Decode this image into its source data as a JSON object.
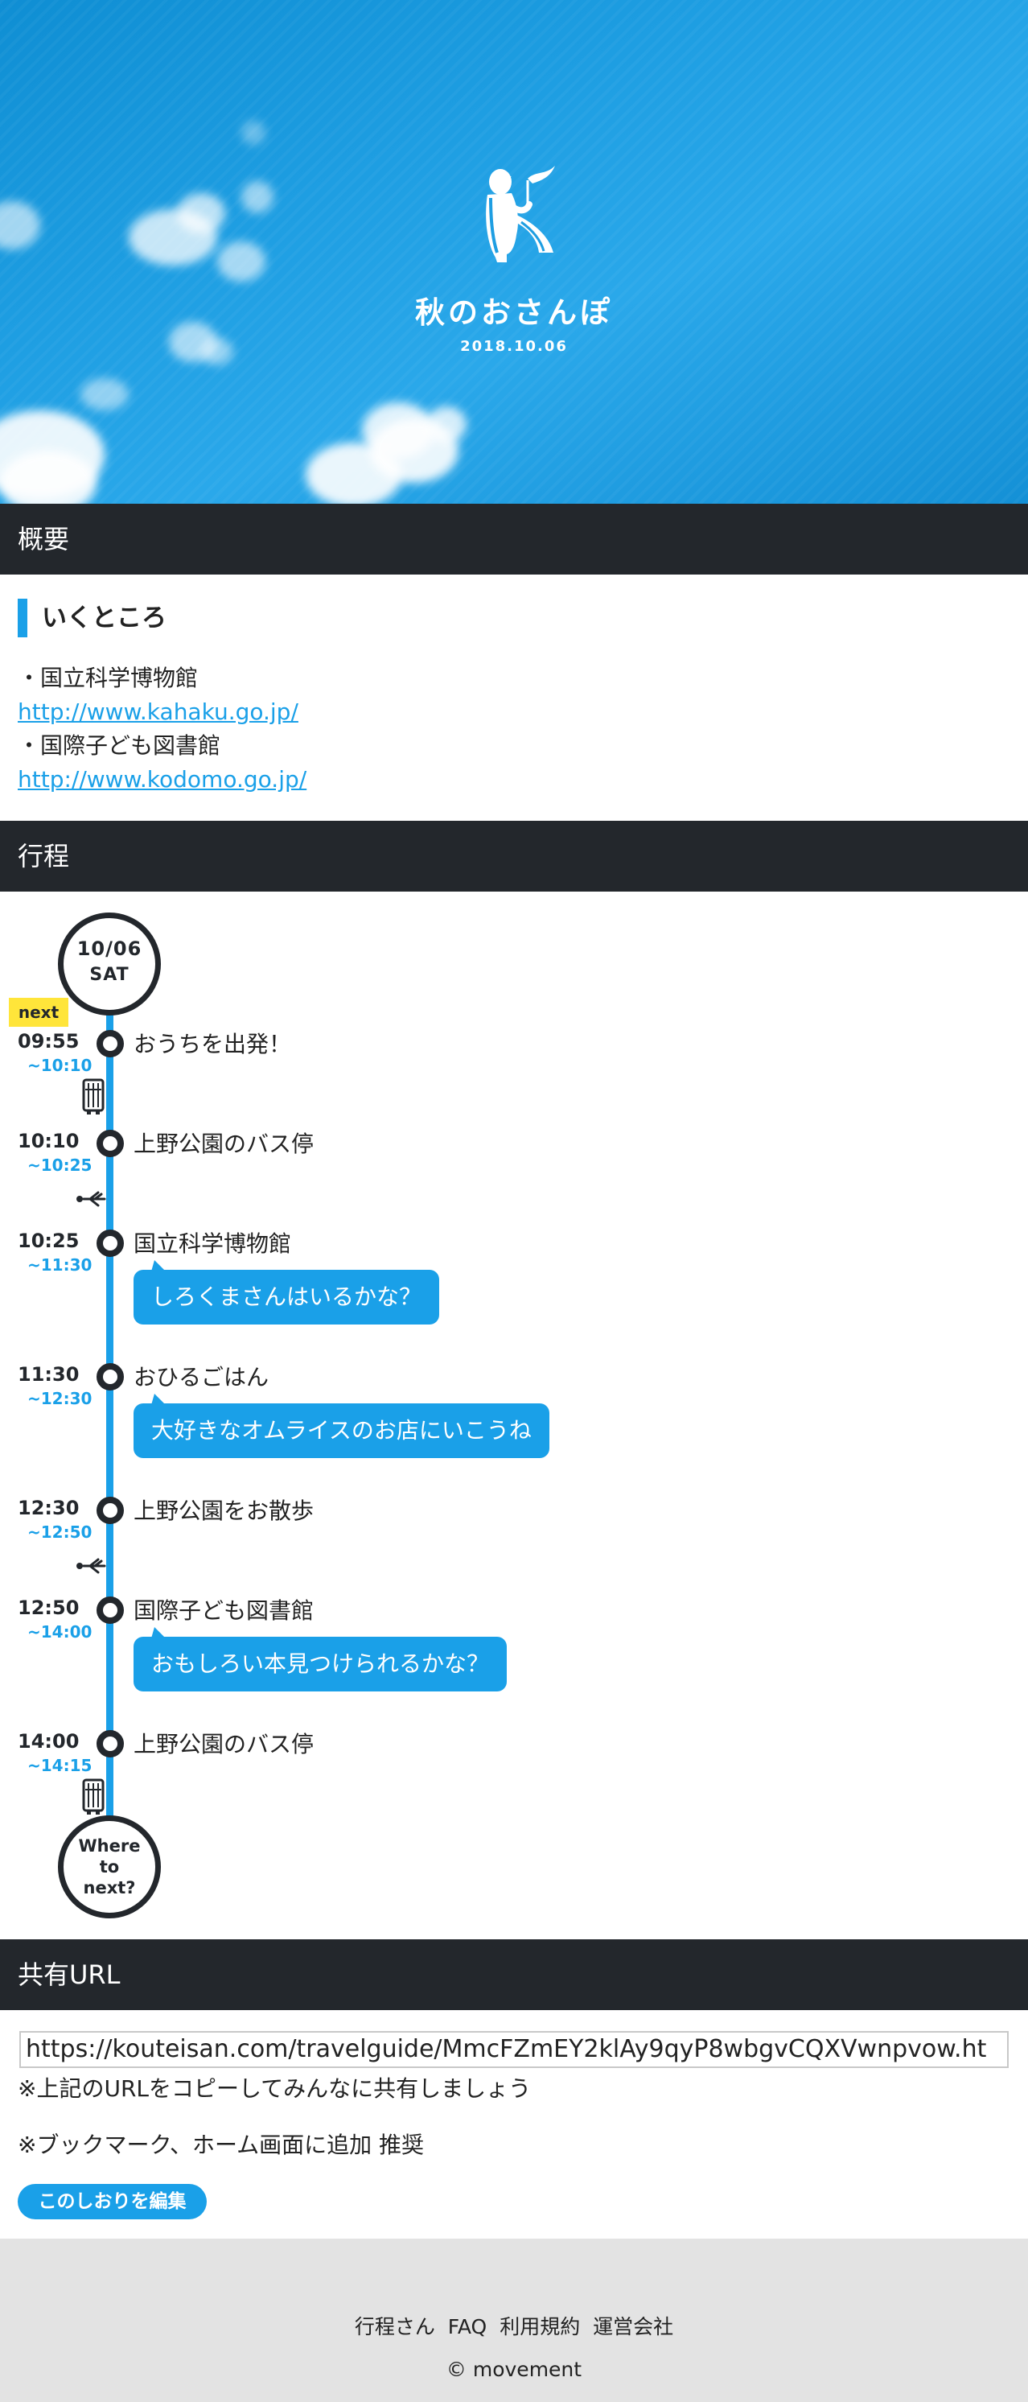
{
  "hero": {
    "title": "秋のおさんぽ",
    "date": "2018.10.06"
  },
  "overview": {
    "header": "概要",
    "subtitle": "いくところ",
    "places": [
      {
        "name": "・国立科学博物館",
        "url": "http://www.kahaku.go.jp/"
      },
      {
        "name": "・国際子ども図書館",
        "url": "http://www.kodomo.go.jp/"
      }
    ]
  },
  "schedule": {
    "header": "行程",
    "date_line1": "10/06",
    "date_line2": "SAT",
    "next_label": "next",
    "end_line1": "Where",
    "end_line2": "to",
    "end_line3": "next?",
    "items": [
      {
        "start": "09:55",
        "end": "~10:10",
        "place": "おうちを出発！"
      },
      {
        "start": "10:10",
        "end": "~10:25",
        "place": "上野公園のバス停"
      },
      {
        "start": "10:25",
        "end": "~11:30",
        "place": "国立科学博物館",
        "comment": "しろくまさんはいるかな？"
      },
      {
        "start": "11:30",
        "end": "~12:30",
        "place": "おひるごはん",
        "comment": "大好きなオムライスのお店にいこうね"
      },
      {
        "start": "12:30",
        "end": "~12:50",
        "place": "上野公園をお散歩"
      },
      {
        "start": "12:50",
        "end": "~14:00",
        "place": "国際子ども図書館",
        "comment": "おもしろい本見つけられるかな？"
      },
      {
        "start": "14:00",
        "end": "~14:15",
        "place": "上野公園のバス停"
      }
    ],
    "transports": [
      "bus-icon",
      "walk-icon",
      "walk-icon",
      "bus-icon"
    ]
  },
  "share": {
    "header": "共有URL",
    "url": "https://kouteisan.com/travelguide/MmcFZmEY2klAy9qyP8wbgvCQXVwnpvow.ht",
    "note1": "※上記のURLをコピーしてみんなに共有しましょう",
    "note2": "※ブックマーク、ホーム画面に追加 推奨",
    "edit_button": "このしおりを編集"
  },
  "footer": {
    "links": [
      "行程さん",
      "FAQ",
      "利用規約",
      "運営会社"
    ],
    "copyright": "© movement"
  },
  "colors": {
    "accent": "#1aa0e8",
    "dark": "#23272c",
    "badge": "#ffe53a",
    "footer_bg": "#e3e3e3"
  }
}
